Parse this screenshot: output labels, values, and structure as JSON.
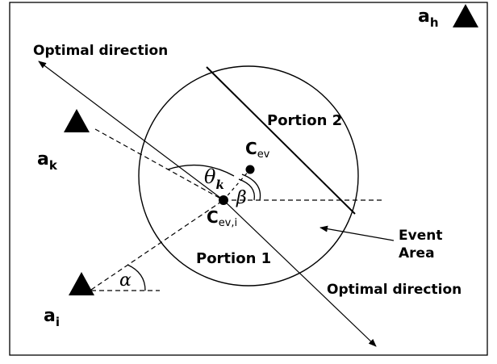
{
  "labels": {
    "optimal_direction_top": "Optimal direction",
    "optimal_direction_bottom": "Optimal direction",
    "portion_1": "Portion 1",
    "portion_2": "Portion 2",
    "event_area_line1": "Event",
    "event_area_line2": "Area",
    "anchor_h": "a",
    "anchor_h_sub": "h",
    "anchor_k": "a",
    "anchor_k_sub": "k",
    "anchor_i": "a",
    "anchor_i_sub": "i",
    "center": "C",
    "center_sub": "ev",
    "center_i": "C",
    "center_i_sub": "ev,i",
    "theta": "θ",
    "theta_sub": "k",
    "beta": "β",
    "alpha": "α"
  },
  "colors": {
    "stroke": "#000000",
    "background": "#ffffff"
  }
}
